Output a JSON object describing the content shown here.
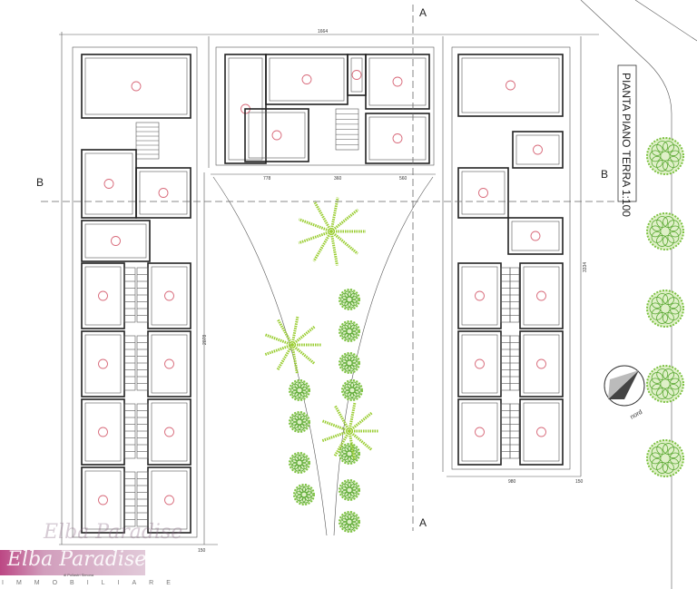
{
  "title": "PIANTA PIANO TERRA 1:100",
  "section_labels": {
    "a_top": "A",
    "a_bottom": "A",
    "b_left": "B",
    "b_right": "B"
  },
  "north_label": "nord",
  "dimensions": {
    "top_total": "1664",
    "center_left": "778",
    "center_mid": "360",
    "center_right": "560",
    "bottom_left": "150",
    "bottom_right_total": "980",
    "bottom_right_edge": "150",
    "left_total": "2078",
    "right_total": "3334"
  },
  "logo": {
    "name": "Elba Paradise",
    "subtitle": "di Pollastri Simona",
    "tagline": "IMMOBILIARE"
  },
  "colors": {
    "tree": "#7dc242",
    "palm": "#9acd32",
    "unit_marker": "#d86a7a"
  }
}
